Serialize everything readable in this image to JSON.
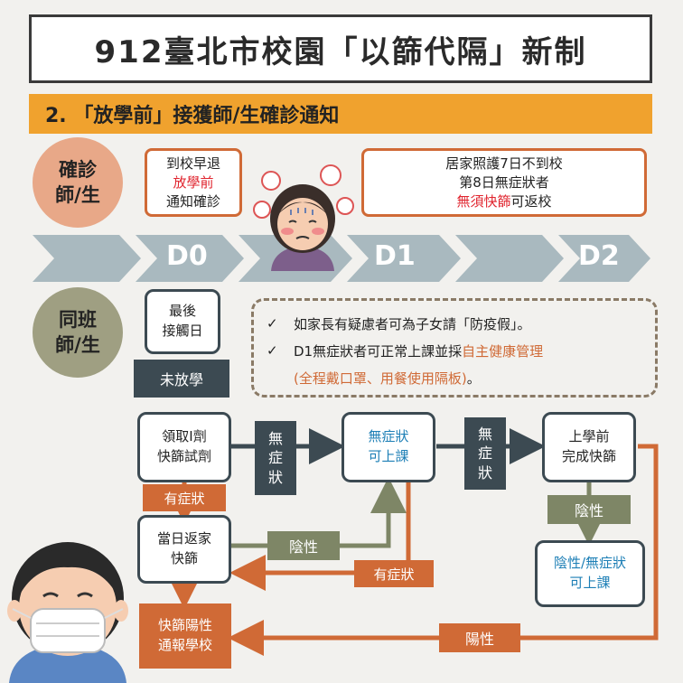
{
  "header": {
    "title": "912臺北市校園「以篩代隔」新制",
    "subtitle": "2. 「放學前」接獲師/生確診通知"
  },
  "confirmed_circle": {
    "line1": "確診",
    "line2": "師/生"
  },
  "classmate_circle": {
    "line1": "同班",
    "line2": "師/生"
  },
  "early_leave_box": {
    "line1": "到校早退",
    "line2": "放學前",
    "line3": "通知確診"
  },
  "home_care_box": {
    "line1": "居家照護7日不到校",
    "line2": "第8日無症狀者",
    "line3_red": "無須快篩",
    "line3_rest": "可返校"
  },
  "timeline": {
    "d0": "D0",
    "d1": "D1",
    "d2": "D2"
  },
  "notes": {
    "item1": "如家長有疑慮者可為子女請「防疫假」。",
    "item2_prefix": "D1無症狀者可正常上課並採",
    "item2_highlight": "自主健康管理",
    "item2_paren": "(全程戴口罩、用餐使用隔板)",
    "item2_suffix": "。",
    "check_mark": "✓"
  },
  "flow": {
    "last_contact": {
      "line1": "最後",
      "line2": "接觸日"
    },
    "not_dismissed": "未放學",
    "receive_kit": {
      "line1": "領取I劑",
      "line2": "快篩試劑"
    },
    "no_symptom_1": [
      "無",
      "症",
      "狀"
    ],
    "no_symptom_class": {
      "line1": "無症狀",
      "line2": "可上課"
    },
    "no_symptom_2": [
      "無",
      "症",
      "狀"
    ],
    "pre_school": {
      "line1": "上學前",
      "line2": "完成快篩"
    },
    "has_symptom_1": "有症狀",
    "home_test": {
      "line1": "當日返家",
      "line2": "快篩"
    },
    "negative_1": "陰性",
    "has_symptom_2": "有症狀",
    "negative_2": "陰性",
    "negative_class": {
      "line1": "陰性/無症狀",
      "line2": "可上課"
    },
    "positive_report": {
      "line1": "快篩陽性",
      "line2": "通報學校"
    },
    "positive_label": "陽性"
  },
  "colors": {
    "title_bar": "#f0a22e",
    "accent_orange": "#d06a36",
    "dark_slate": "#3c4a52",
    "olive": "#7e8666",
    "chevron": "#a9b9bf",
    "red_text": "#e0242e",
    "blue_text": "#1d7fb6"
  },
  "icons": {
    "sick_person": "sick-woman-illustration",
    "masked_person": "masked-boy-illustration"
  }
}
